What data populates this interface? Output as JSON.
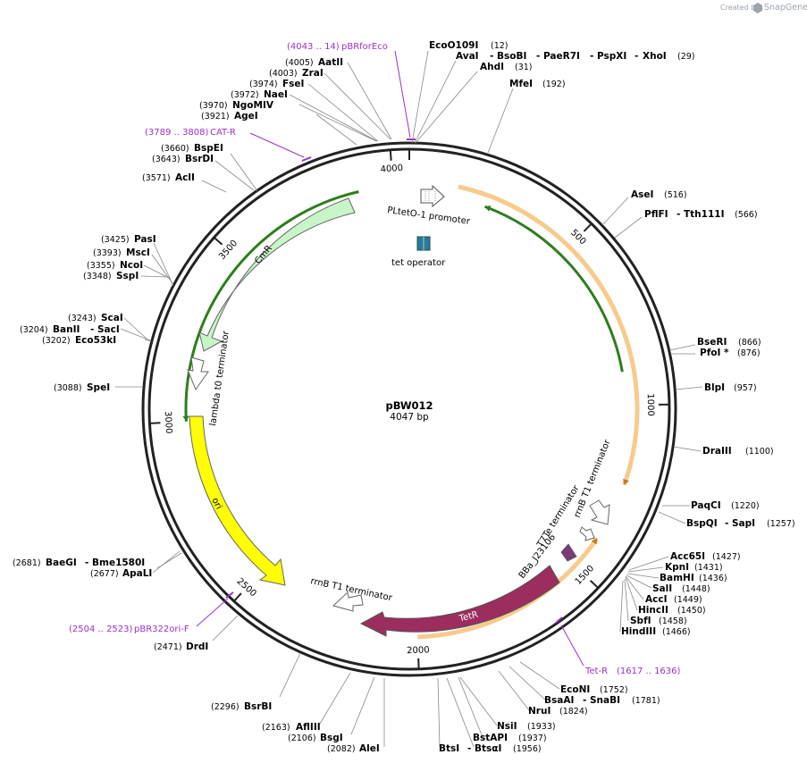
{
  "plasmid": {
    "name": "pBW012",
    "length_label": "4047 bp",
    "length": 4047
  },
  "credit": {
    "prefix": "Created by",
    "brand": "SnapGene"
  },
  "ticks": [
    {
      "pos": 0,
      "label": ""
    },
    {
      "pos": 500,
      "label": "500"
    },
    {
      "pos": 1000,
      "label": "1000"
    },
    {
      "pos": 1500,
      "label": "1500"
    },
    {
      "pos": 2000,
      "label": "2000"
    },
    {
      "pos": 2500,
      "label": "2500"
    },
    {
      "pos": 3000,
      "label": "3000"
    },
    {
      "pos": 3500,
      "label": "3500"
    },
    {
      "pos": 4000,
      "label": "4000"
    }
  ],
  "features": [
    {
      "name": "PLtetO-1 promoter",
      "type": "promoter",
      "start": 0,
      "end": 60,
      "strand": 1,
      "color": "#ffffff"
    },
    {
      "name": "tet operator",
      "type": "protein_bind",
      "start": 0,
      "end": 20,
      "color": "#2b7a93"
    },
    {
      "name": "CmR",
      "type": "cds",
      "start": 3000,
      "end": 3900,
      "strand": -1,
      "color": "#c8f5c8"
    },
    {
      "name": "lambda t0 terminator",
      "type": "terminator",
      "start": 2900,
      "end": 3000,
      "color": "#ffffff"
    },
    {
      "name": "ori",
      "type": "rep_origin",
      "start": 2030,
      "end": 2620,
      "strand": -1,
      "color": "#ffff00"
    },
    {
      "name": "TetR",
      "type": "cds",
      "start": 1400,
      "end": 2000,
      "strand": -1,
      "color": "#9b2d5f"
    },
    {
      "name": "BBa_J23106",
      "type": "promoter",
      "start": 1390,
      "end": 1420,
      "color": "#7a3a78"
    },
    {
      "name": "T7Te terminator",
      "type": "terminator",
      "start": 1390,
      "end": 1410,
      "color": "#ffffff"
    },
    {
      "name": "rrnB T1 terminator",
      "type": "terminator",
      "start": 1330,
      "end": 1390,
      "color": "#ffffff"
    },
    {
      "name": "rrnB T1 terminator",
      "type": "terminator",
      "start": 2180,
      "end": 2240,
      "color": "#ffffff"
    }
  ],
  "orfs": [
    {
      "start": 140,
      "end": 1230,
      "strand": 1,
      "color": "#f0a030"
    },
    {
      "start": 1400,
      "end": 2000,
      "strand": -1,
      "color": "#f0a030"
    },
    {
      "start": 3000,
      "end": 3900,
      "strand": -1,
      "color": "#2e7d1e"
    },
    {
      "start": 230,
      "end": 900,
      "strand": -1,
      "color": "#2e7d1e"
    }
  ],
  "primers": [
    {
      "name": "pBR322ori-F",
      "range": "(2504 .. 2523)"
    },
    {
      "name": "CAT-R",
      "range": "(3789 .. 3808)"
    },
    {
      "name": "pBRforEco",
      "range": "(4043 .. 14)"
    },
    {
      "name": "Tet-R",
      "range": "(1617 .. 1636)"
    }
  ],
  "sites": [
    {
      "name": "EcoO109I",
      "pos": "(12)"
    },
    {
      "name": "AvaI",
      "pos": ""
    },
    {
      "name": "BsoBI",
      "pos": ""
    },
    {
      "name": "PaeR7I",
      "pos": ""
    },
    {
      "name": "PspXI",
      "pos": ""
    },
    {
      "name": "XhoI",
      "pos": "(29)"
    },
    {
      "name": "AhdI",
      "pos": "(31)"
    },
    {
      "name": "MfeI",
      "pos": "(192)"
    },
    {
      "name": "AseI",
      "pos": "(516)"
    },
    {
      "name": "PflFI",
      "pos": ""
    },
    {
      "name": "Tth111I",
      "pos": "(566)"
    },
    {
      "name": "BseRI",
      "pos": "(866)"
    },
    {
      "name": "PfoI *",
      "pos": "(876)"
    },
    {
      "name": "BlpI",
      "pos": "(957)"
    },
    {
      "name": "DraIII",
      "pos": "(1100)"
    },
    {
      "name": "PaqCI",
      "pos": "(1220)"
    },
    {
      "name": "BspQI",
      "pos": ""
    },
    {
      "name": "SapI",
      "pos": "(1257)"
    },
    {
      "name": "Acc65I",
      "pos": "(1427)"
    },
    {
      "name": "KpnI",
      "pos": "(1431)"
    },
    {
      "name": "BamHI",
      "pos": "(1436)"
    },
    {
      "name": "SalI",
      "pos": "(1448)"
    },
    {
      "name": "AccI",
      "pos": "(1449)"
    },
    {
      "name": "HincII",
      "pos": "(1450)"
    },
    {
      "name": "SbfI",
      "pos": "(1458)"
    },
    {
      "name": "HindIII",
      "pos": "(1466)"
    },
    {
      "name": "EcoNI",
      "pos": "(1752)"
    },
    {
      "name": "BsaAI",
      "pos": ""
    },
    {
      "name": "SnaBI",
      "pos": "(1781)"
    },
    {
      "name": "NruI",
      "pos": "(1824)"
    },
    {
      "name": "NsiI",
      "pos": "(1933)"
    },
    {
      "name": "BstAPI",
      "pos": "(1937)"
    },
    {
      "name": "BtsI",
      "pos": ""
    },
    {
      "name": "BtsαI",
      "pos": "(1956)"
    },
    {
      "name": "AleI",
      "pos": "(2082)"
    },
    {
      "name": "BsgI",
      "pos": "(2106)"
    },
    {
      "name": "AflIII",
      "pos": "(2163)"
    },
    {
      "name": "BsrBI",
      "pos": "(2296)"
    },
    {
      "name": "DrdI",
      "pos": "(2471)"
    },
    {
      "name": "BaeGI",
      "pos": "(2681)"
    },
    {
      "name": "Bme1580I",
      "pos": ""
    },
    {
      "name": "ApaLI",
      "pos": "(2677)"
    },
    {
      "name": "SpeI",
      "pos": "(3088)"
    },
    {
      "name": "ScaI",
      "pos": "(3243)"
    },
    {
      "name": "BanII",
      "pos": "(3204)"
    },
    {
      "name": "SacI",
      "pos": ""
    },
    {
      "name": "Eco53kI",
      "pos": "(3202)"
    },
    {
      "name": "PasI",
      "pos": "(3425)"
    },
    {
      "name": "MscI",
      "pos": "(3393)"
    },
    {
      "name": "NcoI",
      "pos": "(3355)"
    },
    {
      "name": "SspI",
      "pos": "(3348)"
    },
    {
      "name": "AclI",
      "pos": "(3571)"
    },
    {
      "name": "BspEI",
      "pos": "(3660)"
    },
    {
      "name": "BsrDI",
      "pos": "(3643)"
    },
    {
      "name": "AgeI",
      "pos": "(3921)"
    },
    {
      "name": "NgoMIV",
      "pos": "(3970)"
    },
    {
      "name": "NaeI",
      "pos": "(3972)"
    },
    {
      "name": "FseI",
      "pos": "(3974)"
    },
    {
      "name": "ZraI",
      "pos": "(4003)"
    },
    {
      "name": "AatII",
      "pos": "(4005)"
    }
  ]
}
